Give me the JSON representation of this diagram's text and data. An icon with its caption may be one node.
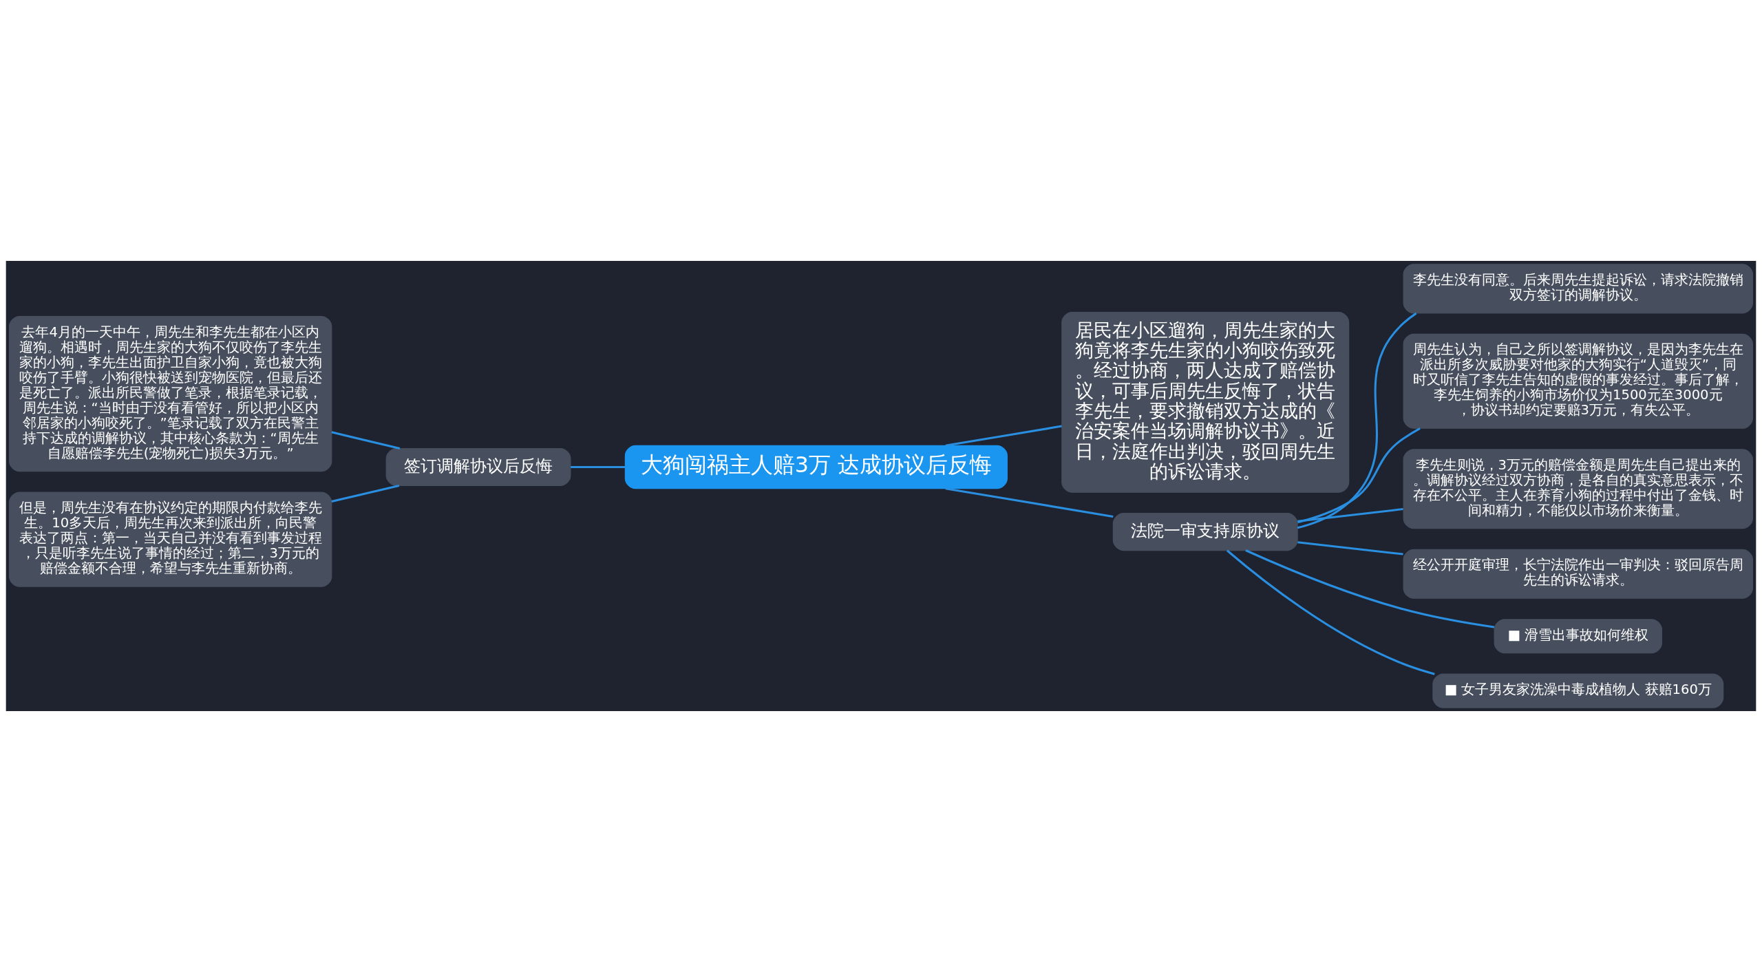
{
  "diagram": {
    "nodes": [
      {
        "text": [
          "大狗闯祸主人赔3万 达成协议后反悔"
        ]
      },
      {
        "text": [
          "居民在小区遛狗，周先生家的大狗竟将李先生家的小狗咬伤致死。经过协商，两人达成了赔偿协议，可事后周先生反悔了，状告李先生，要求撤销双方达成的《治安案件当场调解协议书》。近日，法庭作出判决，驳回周先生的诉讼请求。"
        ]
      },
      {
        "text": [
          "签订调解协议后反悔"
        ]
      },
      {
        "text": [
          "去年4月的一天中午，周先生和李先生都在小区内遛狗。相遇时，周先生家的大狗不仅咬伤了李先生家的小狗，李先生出面护卫自家小狗，竟也被大狗咬伤了手臂。小狗很快被送到宠物医院，但最后还是死亡了。派出所民警做了笔录，根据笔录记载，周先生说：“当时由于没有看管好，所以把小区内邻居家的小狗咬死了。”笔录记载了双方在民警主持下达成的调解协议，其中核心条款为：“周先生自愿赔偿李先生(宠物死亡)损失3万元。”"
        ]
      },
      {
        "text": [
          "但是，周先生没有在协议约定的期限内付款给李先生。10多天后，周先生再次来到派出所，向民警表达了两点：第一，当天自己并没有看到事发过程，只是听李先生说了事情的经过；第二，3万元的赔偿金额不合理，希望与李先生重新协商。"
        ]
      },
      {
        "text": [
          "法院一审支持原协议"
        ]
      },
      {
        "text": [
          "李先生没有同意。后来周先生提起诉讼，请求法院撤销双方签订的调解协议。"
        ]
      },
      {
        "text": [
          "周先生认为，自己之所以签调解协议，是因为李先生在派出所多次威胁要对他家的大狗实行“人道毁灭”，同时又听信了李先生告知的虚假的事发经过。事后了解，李先生饲养的小狗市场价仅为1500元至3000元，协议书却约定要赔3万元，有失公平。"
        ]
      },
      {
        "text": [
          "李先生则说，3万元的赔偿金额是周先生自己提出来的。调解协议经过双方协商，是各自的真实意思表示，不存在不公平。主人在养育小狗的过程中付出了金钱、时间和精力，不能仅以市场价来衡量。"
        ]
      },
      {
        "text": [
          "经公开开庭审理，长宁法院作出一审判决：驳回原告周先生的诉讼请求。"
        ]
      },
      {
        "text": [
          "■ 滑雪出事故如何维权"
        ]
      },
      {
        "text": [
          "■ 女子男友家洗澡中毒成植物人 获赔160万"
        ]
      }
    ],
    "edges": [
      {
        "from": 0,
        "to": 1,
        "arrow": "none"
      },
      {
        "from": 0,
        "to": 2,
        "arrow": "none"
      },
      {
        "from": 2,
        "to": 3,
        "arrow": "none"
      },
      {
        "from": 2,
        "to": 4,
        "arrow": "none"
      },
      {
        "from": 0,
        "to": 5,
        "arrow": "none"
      },
      {
        "from": 5,
        "to": 6,
        "arrow": "none"
      },
      {
        "from": 5,
        "to": 7,
        "arrow": "none"
      },
      {
        "from": 5,
        "to": 8,
        "arrow": "none"
      },
      {
        "from": 5,
        "to": 9,
        "arrow": "none"
      },
      {
        "from": 5,
        "to": 10,
        "arrow": "none"
      },
      {
        "from": 5,
        "to": 11,
        "arrow": "none"
      }
    ]
  }
}
